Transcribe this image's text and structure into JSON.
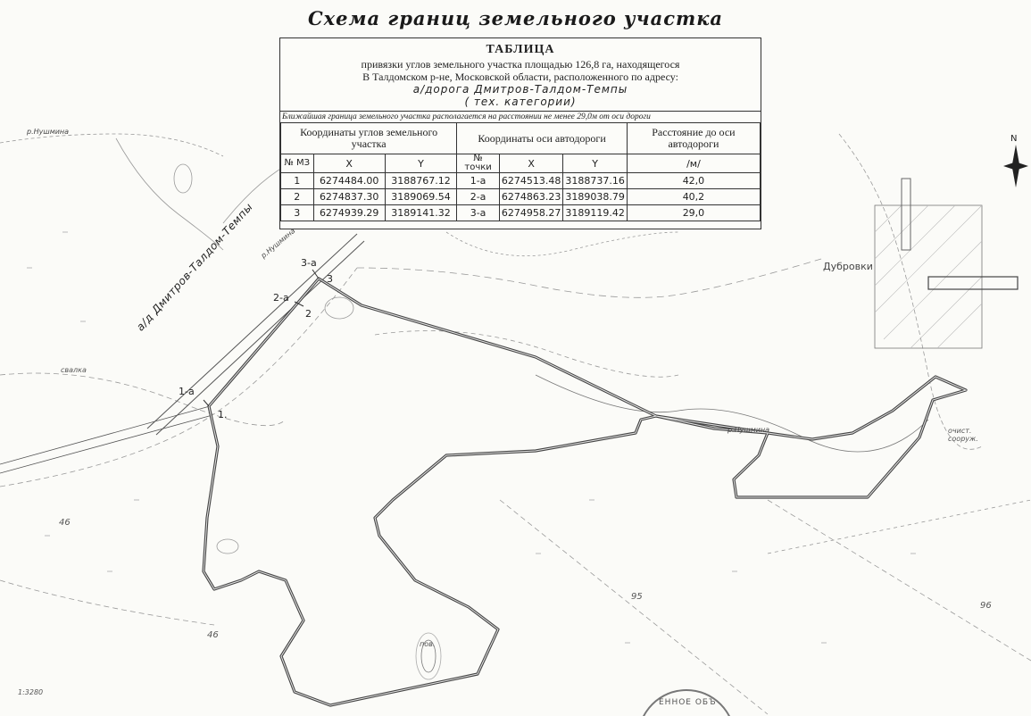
{
  "title": "Схема границ земельного участка",
  "table": {
    "heading": "ТАБЛИЦА",
    "line1": "привязки углов земельного участка площадью 126,8 га, находящегося",
    "line2": "В Талдомском р-не, Московской области, расположенного по адресу:",
    "line3": "а/дорога Дмитров-Талдом-Темпы",
    "line4": "( тех. категории)",
    "note": "Ближайшая граница земельного участка располагается на расстоянии не менее 29,0м от оси дороги",
    "group1": "Координаты углов земельного участка",
    "group2": "Координаты оси автодороги",
    "group3": "Расстояние до оси автодороги",
    "col_no1": "№ МЗ",
    "col_x1": "X",
    "col_y1": "Y",
    "col_no2": "№ точки",
    "col_x2": "X",
    "col_y2": "Y",
    "col_unit": "/м/",
    "rows": [
      {
        "n": "1",
        "x": "6274484.00",
        "y": "3188767.12",
        "p": "1-а",
        "ax": "6274513.48",
        "ay": "3188737.16",
        "d": "42,0"
      },
      {
        "n": "2",
        "x": "6274837.30",
        "y": "3189069.54",
        "p": "2-а",
        "ax": "6274863.23",
        "ay": "3189038.79",
        "d": "40,2"
      },
      {
        "n": "3",
        "x": "6274939.29",
        "y": "3189141.32",
        "p": "3-а",
        "ax": "6274958.27",
        "ay": "3189119.42",
        "d": "29,0"
      }
    ]
  },
  "map": {
    "road_label": "а/д Дмитров-Талдом-Темпы",
    "village": "Дубровки",
    "river_nw": "р.Нушмина",
    "river_mid": "р.Нушмина",
    "river_e": "р.Нушмина",
    "points": {
      "p1": "1.",
      "p2": "2",
      "p3": "3",
      "a1": "1-а",
      "a2": "2-а",
      "a3": "3-а"
    },
    "elevations": {
      "e46a": "46",
      "e46b": "46",
      "e95": "95",
      "e96": "96"
    },
    "misc": {
      "m1": "свалка",
      "m2": "очист. сооруж.",
      "m3": "пов.",
      "m4": "1:3280"
    },
    "stamp_text": "ЕННОЕ ОБЪ",
    "north": "N"
  },
  "colors": {
    "boundary": "#333333",
    "line": "#888888",
    "paper": "#fbfbf8"
  }
}
